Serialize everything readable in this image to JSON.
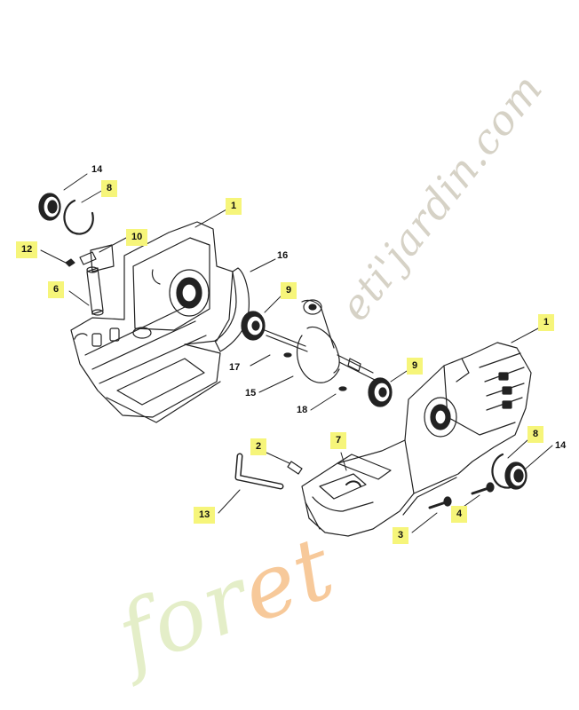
{
  "watermark": {
    "top_text": "eti'jardin.com",
    "bottom_lead": "for",
    "bottom_accent": "et"
  },
  "colors": {
    "highlight": "#f6f57a",
    "line": "#222222",
    "watermark_green": "#e4eec8",
    "watermark_orange": "#f7c99a",
    "watermark_grey": "#d6d2c6"
  },
  "callouts": [
    {
      "id": "c14a",
      "label": "14",
      "highlighted": false
    },
    {
      "id": "c8a",
      "label": "8",
      "highlighted": true
    },
    {
      "id": "c1a",
      "label": "1",
      "highlighted": true
    },
    {
      "id": "c10",
      "label": "10",
      "highlighted": true
    },
    {
      "id": "c12",
      "label": "12",
      "highlighted": true
    },
    {
      "id": "c16",
      "label": "16",
      "highlighted": false
    },
    {
      "id": "c6",
      "label": "6",
      "highlighted": true
    },
    {
      "id": "c9a",
      "label": "9",
      "highlighted": true
    },
    {
      "id": "c1b",
      "label": "1",
      "highlighted": true
    },
    {
      "id": "c17",
      "label": "17",
      "highlighted": false
    },
    {
      "id": "c9b",
      "label": "9",
      "highlighted": true
    },
    {
      "id": "c15",
      "label": "15",
      "highlighted": false
    },
    {
      "id": "c18",
      "label": "18",
      "highlighted": false
    },
    {
      "id": "c7",
      "label": "7",
      "highlighted": true
    },
    {
      "id": "c2",
      "label": "2",
      "highlighted": true
    },
    {
      "id": "c8b",
      "label": "8",
      "highlighted": true
    },
    {
      "id": "c14b",
      "label": "14",
      "highlighted": false
    },
    {
      "id": "c13",
      "label": "13",
      "highlighted": true
    },
    {
      "id": "c4",
      "label": "4",
      "highlighted": true
    },
    {
      "id": "c3",
      "label": "3",
      "highlighted": true
    }
  ]
}
